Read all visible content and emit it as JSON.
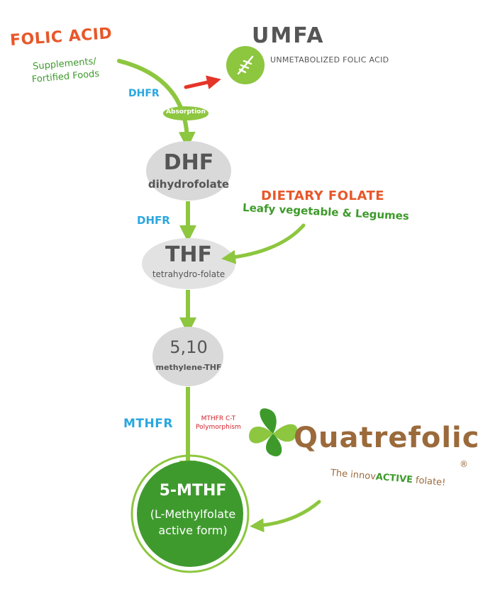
{
  "folic_acid": {
    "title": "FOLIC ACID",
    "subtitle_line1": "Supplements/",
    "subtitle_line2": "Fortified Foods"
  },
  "dhfr_top": "DHFR",
  "absorption": "Absorption",
  "umfa": {
    "title": "UMFA",
    "subtitle": "UNMETABOLIZED FOLIC ACID"
  },
  "dhf": {
    "title": "DHF",
    "subtitle": "dihydrofolate"
  },
  "dhfr_mid": "DHFR",
  "dietary": {
    "title": "DIETARY FOLATE",
    "subtitle": "Leafy vegetable & Legumes"
  },
  "thf": {
    "title": "THF",
    "subtitle": "tetrahydro-folate"
  },
  "methylene": {
    "title": "5,10",
    "subtitle": "methylene-THF"
  },
  "mthfr": "MTHFR",
  "mthfr_note": {
    "line1": "MTHFR C-T",
    "line2": "Polymorphism"
  },
  "quatrefolic": {
    "brand": "Quatrefolic",
    "registered": "®",
    "tag_pre": "The innov",
    "tag_mid": "ACTIVE",
    "tag_post": " folate!"
  },
  "final": {
    "title": "5-MTHF",
    "line1": "(L-Methylfolate",
    "line2": "active form)"
  },
  "colors": {
    "green": "#8dc63f",
    "dark_green": "#3d9a2a",
    "red": "#e8572a",
    "blue": "#2aa7df",
    "gray_node": "#d9d9d9",
    "brown": "#9b6a3b"
  }
}
